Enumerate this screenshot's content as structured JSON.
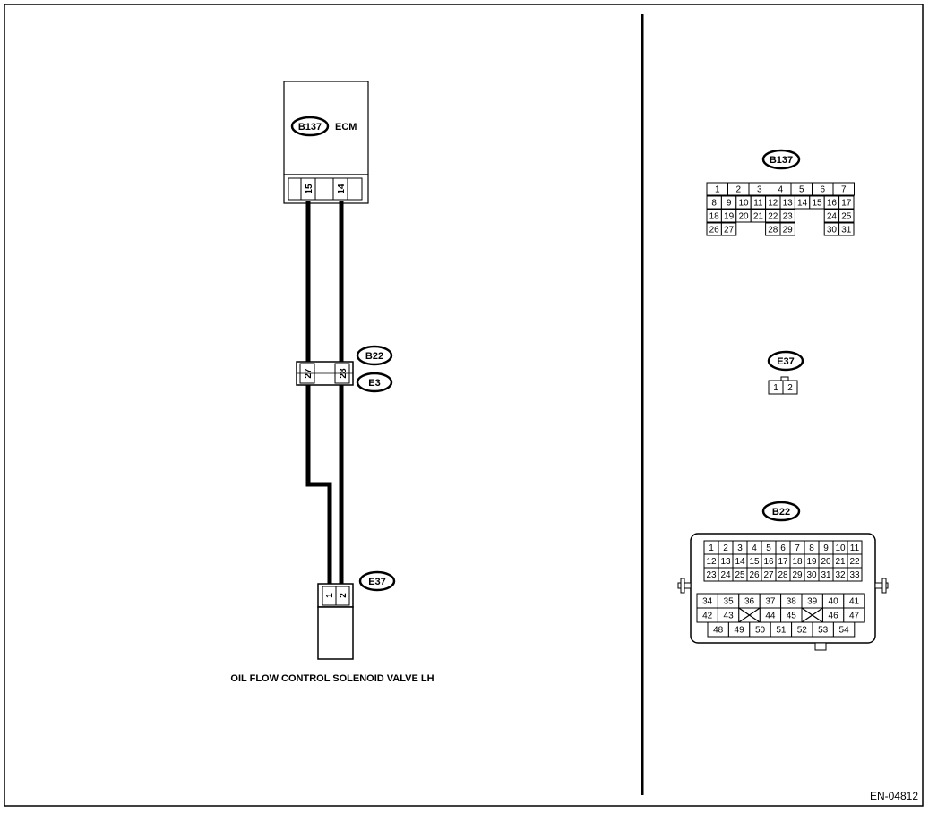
{
  "diagram": {
    "ecm": {
      "connector_id": "B137",
      "label": "ECM",
      "pins": [
        "15",
        "14"
      ]
    },
    "joint": {
      "top_id": "B22",
      "bottom_id": "E3",
      "pins": [
        "27",
        "28"
      ]
    },
    "solenoid": {
      "connector_id": "E37",
      "pins": [
        "1",
        "2"
      ],
      "label": "OIL FLOW CONTROL SOLENOID VALVE LH"
    },
    "wire_color": "#000000",
    "figure_code": "EN-04812"
  },
  "connectors": {
    "b137": {
      "id": "B137",
      "rows": [
        [
          "1",
          "2",
          "3",
          "4",
          "5",
          "6",
          "7"
        ],
        [
          "8",
          "9",
          "10",
          "11",
          "12",
          "13",
          "14",
          "15",
          "16",
          "17"
        ],
        [
          "18",
          "19",
          "20",
          "21",
          "22",
          "23",
          "24",
          "25"
        ],
        [
          "26",
          "27",
          "28",
          "29",
          "30",
          "31"
        ]
      ]
    },
    "e37": {
      "id": "E37",
      "pins": [
        "1",
        "2"
      ]
    },
    "b22": {
      "id": "B22",
      "rows": [
        [
          "1",
          "2",
          "3",
          "4",
          "5",
          "6",
          "7",
          "8",
          "9",
          "10",
          "11"
        ],
        [
          "12",
          "13",
          "14",
          "15",
          "16",
          "17",
          "18",
          "19",
          "20",
          "21",
          "22"
        ],
        [
          "23",
          "24",
          "25",
          "26",
          "27",
          "28",
          "29",
          "30",
          "31",
          "32",
          "33"
        ],
        [
          "34",
          "35",
          "36",
          "37",
          "38",
          "39",
          "40",
          "41"
        ],
        [
          "42",
          "43",
          "44",
          "45",
          "46",
          "47"
        ],
        [
          "48",
          "49",
          "50",
          "51",
          "52",
          "53",
          "54"
        ]
      ]
    }
  }
}
